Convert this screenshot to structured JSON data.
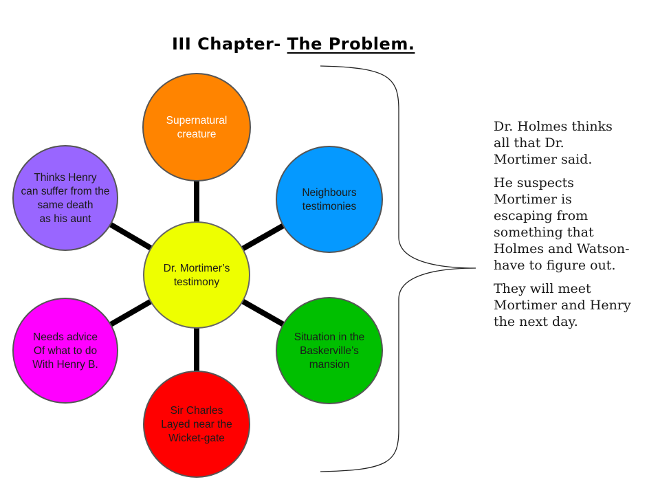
{
  "title": {
    "main": "III Chapter- ",
    "sub": "The Problem."
  },
  "diagram": {
    "center": {
      "lines": [
        "Dr. Mortimer’s",
        "testimony"
      ],
      "color": "#eeff00"
    },
    "nodes": [
      {
        "id": "supernatural-creature",
        "lines": [
          "Supernatural",
          "creature"
        ],
        "color": "#ff8400",
        "text_color": "#ffffff"
      },
      {
        "id": "neighbours-testimonies",
        "lines": [
          "Neighbours",
          "testimonies"
        ],
        "color": "#0599ff",
        "text_color": "#1a1a1a"
      },
      {
        "id": "situation-mansion",
        "lines": [
          "Situation in the",
          "Baskerville’s",
          "mansion"
        ],
        "color": "#00bf00",
        "text_color": "#1a1a1a"
      },
      {
        "id": "sir-charles",
        "lines": [
          "Sir Charles",
          "Layed near the",
          "Wicket-gate"
        ],
        "color": "#ff0000",
        "text_color": "#1a1a1a"
      },
      {
        "id": "needs-advice",
        "lines": [
          "Needs advice",
          "Of what to do",
          "With Henry B."
        ],
        "color": "#ff00ff",
        "text_color": "#1a1a1a"
      },
      {
        "id": "thinks-henry",
        "lines": [
          "Thinks Henry",
          "can suffer from the",
          "same death",
          "as his aunt"
        ],
        "color": "#9966ff",
        "text_color": "#1a1a1a"
      }
    ]
  },
  "notes": [
    "Dr. Holmes thinks all that Dr. Mortimer said.",
    "He suspects Mortimer is escaping from something that Holmes and Watson- have to figure out.",
    "They will meet Mortimer and Henry the next day."
  ]
}
